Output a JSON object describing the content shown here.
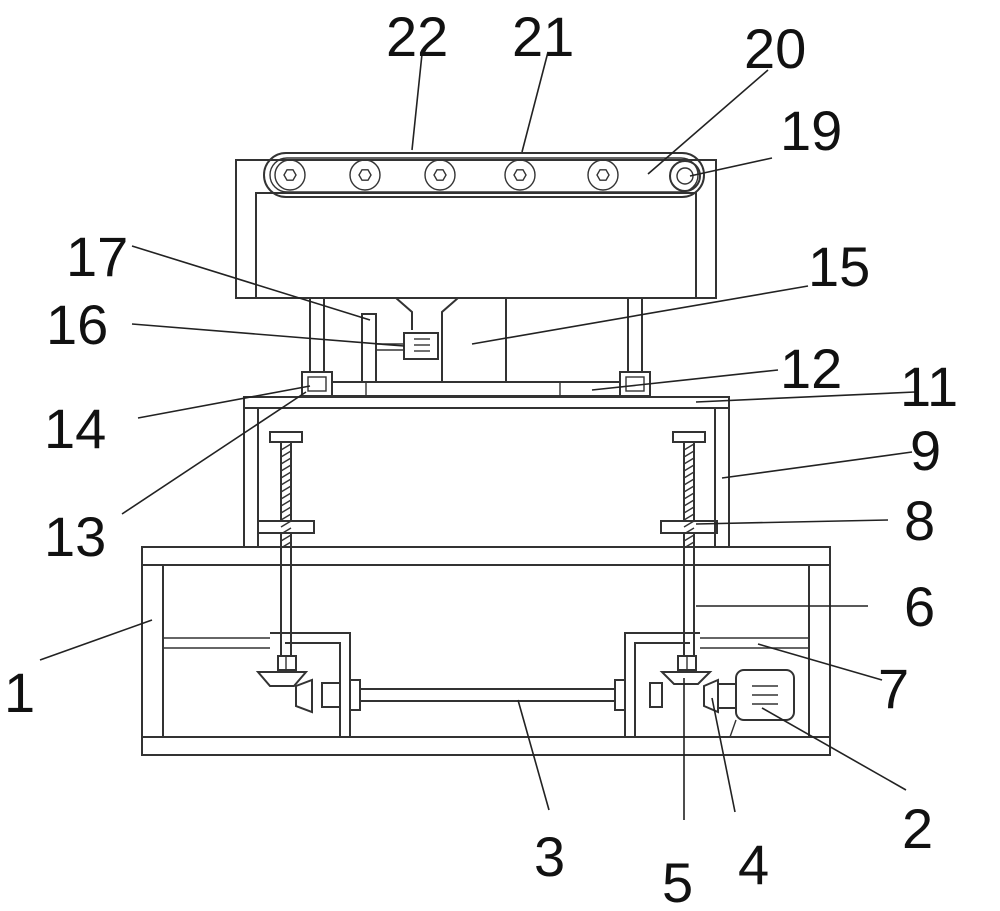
{
  "labels": [
    "1",
    "2",
    "3",
    "4",
    "5",
    "6",
    "7",
    "8",
    "9",
    "11",
    "12",
    "13",
    "14",
    "15",
    "16",
    "17",
    "19",
    "20",
    "21",
    "22"
  ],
  "colors": {
    "line": "#333333",
    "background": "#ffffff"
  }
}
